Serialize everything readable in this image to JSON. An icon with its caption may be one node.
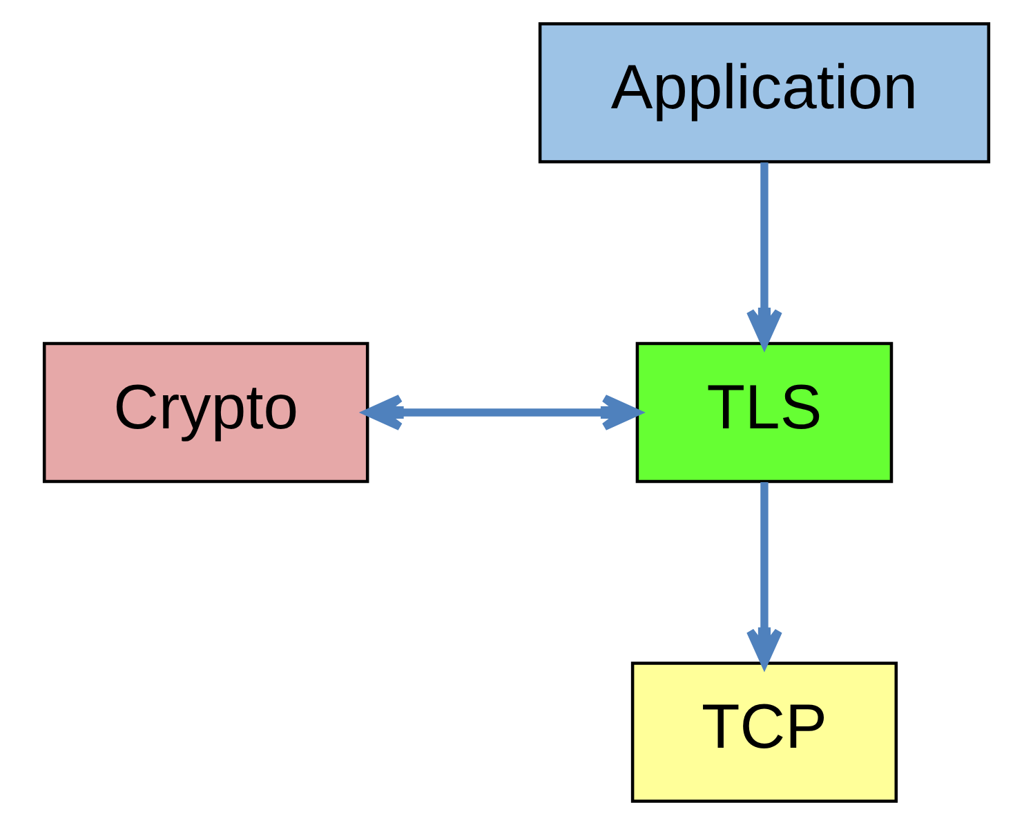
{
  "diagram": {
    "nodes": [
      {
        "text": [
          "Application"
        ]
      },
      {
        "text": [
          "Crypto"
        ]
      },
      {
        "text": [
          "TLS"
        ]
      },
      {
        "text": [
          "TCP"
        ]
      }
    ],
    "edges": [
      {
        "from": 0,
        "to": 2,
        "arrow": "to"
      },
      {
        "from": 1,
        "to": 2,
        "arrow": "both"
      },
      {
        "from": 2,
        "to": 3,
        "arrow": "to"
      }
    ]
  }
}
